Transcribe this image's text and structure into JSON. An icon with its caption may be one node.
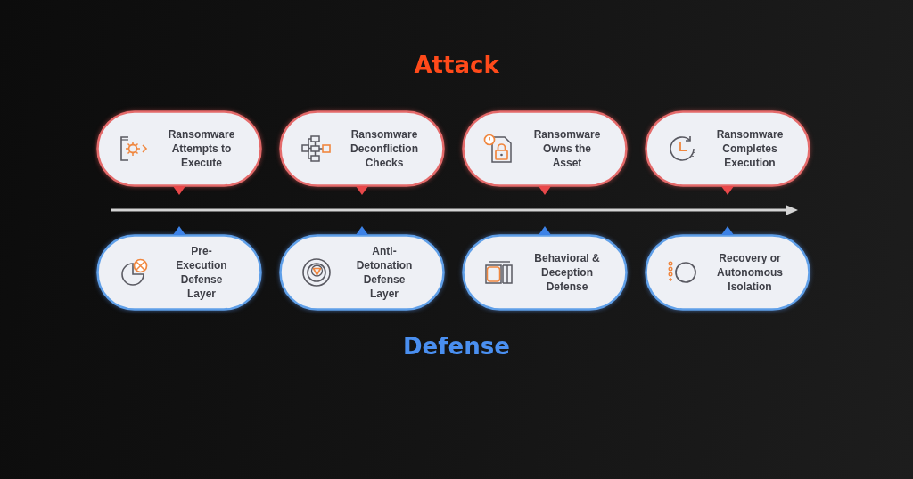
{
  "diagram": {
    "nodes": [
      {
        "text": [
          "Ransomware Attempts to Execute"
        ]
      },
      {
        "text": [
          "Ransomware Deconfliction Checks"
        ]
      },
      {
        "text": [
          "Ransomware Owns the Asset"
        ]
      },
      {
        "text": [
          "Ransomware Completes Execution"
        ]
      },
      {
        "text": [
          "Pre-Execution Defense Layer"
        ]
      },
      {
        "text": [
          "Anti-Detonation Defense Layer"
        ]
      },
      {
        "text": [
          "Behavioral & Deception Defense"
        ]
      },
      {
        "text": [
          "Recovery or Autonomous Isolation"
        ]
      }
    ],
    "labels": [
      "Attack",
      "Defense"
    ]
  }
}
